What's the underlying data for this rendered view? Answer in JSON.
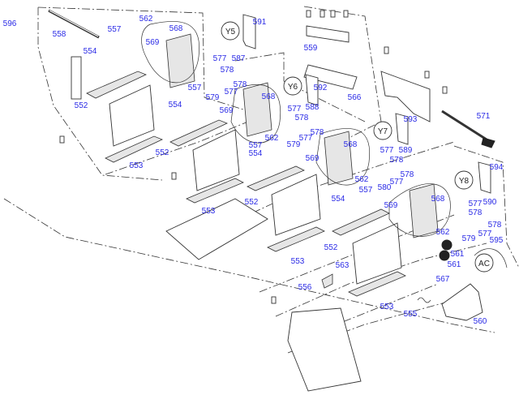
{
  "diagram": {
    "type": "exploded-parts-diagram",
    "label_color": "#2a2ae6",
    "line_color": "#333333",
    "callouts": [
      "596",
      "558",
      "557",
      "562",
      "568",
      "569",
      "591",
      "554",
      "577",
      "587",
      "578",
      "578",
      "577",
      "579",
      "557",
      "554",
      "552",
      "569",
      "552",
      "553",
      "559",
      "566",
      "592",
      "568",
      "588",
      "577",
      "578",
      "578",
      "577",
      "579",
      "562",
      "557",
      "554",
      "569",
      "568",
      "593",
      "571",
      "577",
      "589",
      "578",
      "578",
      "577",
      "580",
      "562",
      "557",
      "554",
      "594",
      "568",
      "569",
      "590",
      "577",
      "578",
      "578",
      "577",
      "579",
      "562",
      "595",
      "561",
      "561",
      "567",
      "553",
      "552",
      "552",
      "553",
      "563",
      "556",
      "553",
      "555",
      "560"
    ],
    "circles": [
      "Y5",
      "Y6",
      "Y7",
      "Y8",
      "AC"
    ]
  }
}
